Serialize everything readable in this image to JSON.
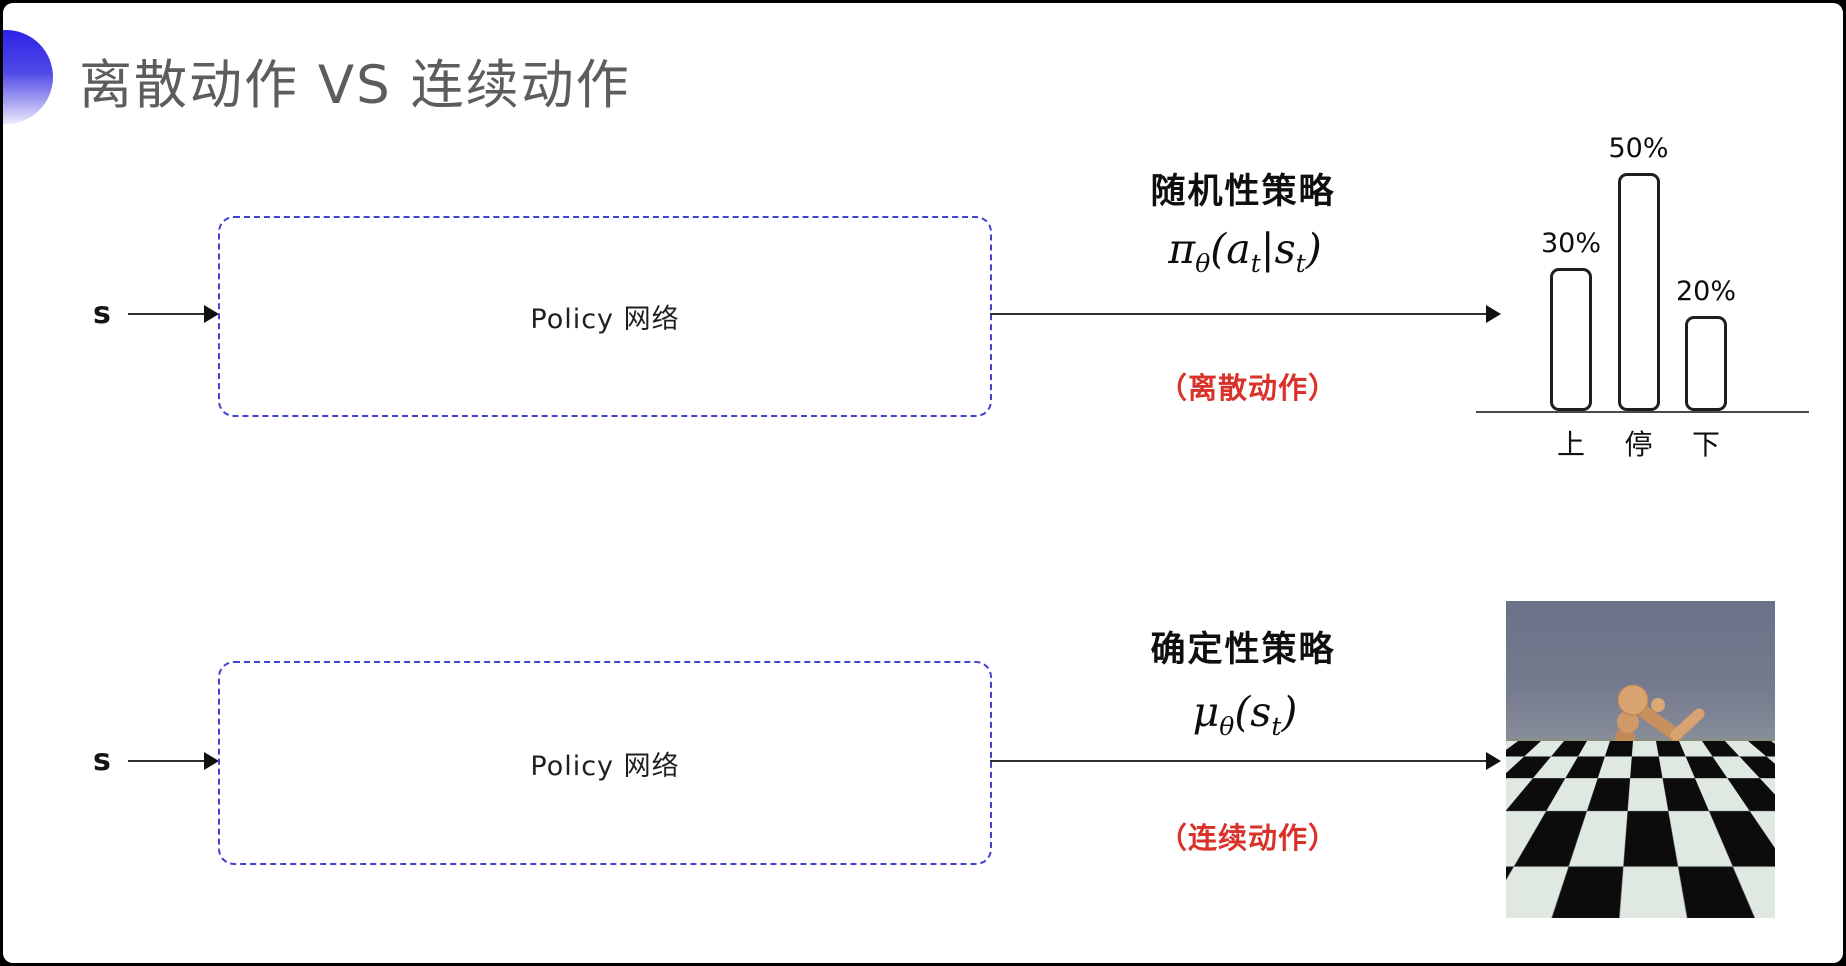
{
  "title": "离散动作 VS 连续动作",
  "top_row": {
    "input_label": "s",
    "box_label": "Policy 网络",
    "policy_name": "随机性策略",
    "formula": {
      "sym": "π",
      "sub1": "θ",
      "p1": "(a",
      "sub2": "t",
      "p2": "|s",
      "sub3": "t",
      "p3": ")"
    },
    "action_note": "（离散动作）"
  },
  "bottom_row": {
    "input_label": "s",
    "box_label": "Policy 网络",
    "policy_name": "确定性策略",
    "formula": {
      "sym": "μ",
      "sub1": "θ",
      "p1": "(s",
      "sub2": "t",
      "p2": ")"
    },
    "action_note": "（连续动作）"
  },
  "chart_data": {
    "type": "bar",
    "categories": [
      "上",
      "停",
      "下"
    ],
    "values": [
      30,
      50,
      20
    ],
    "value_labels": [
      "30%",
      "50%",
      "20%"
    ],
    "title": "",
    "xlabel": "",
    "ylabel": "",
    "ylim": [
      0,
      50
    ],
    "grid": false,
    "legend": false,
    "bar_style": "outlined-rounded"
  },
  "sim_image": {
    "name": "mujoco-humanoid-on-checkerboard-floor"
  },
  "colors": {
    "accent_blue": "#4242d2",
    "note_red": "#d8322a",
    "title_gray": "#5d5d5d",
    "arrow_black": "#111111",
    "sky_gray_blue": "#6b7187",
    "floor_tile_light": "#dfe9e2",
    "floor_tile_dark": "#0c0c0c",
    "robot_skin": "#cf9a67"
  }
}
